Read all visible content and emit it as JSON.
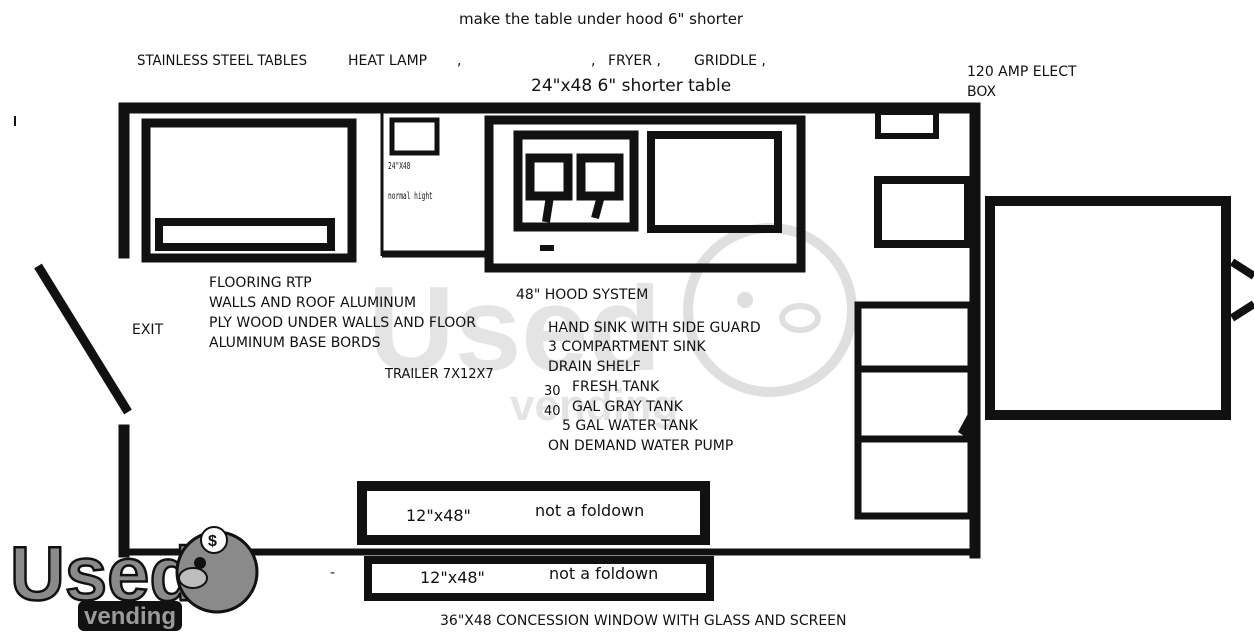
{
  "top_note": "make the table under hood 6\" shorter",
  "equipment_line": {
    "stainless_tables": "STAINLESS STEEL TABLES",
    "heat_lamp": "HEAT LAMP",
    "comma_1": ",",
    "comma_2": ",",
    "fryer": "FRYER ,",
    "griddle": "GRIDDLE ,"
  },
  "shorter_table_note": "24\"x48 6\" shorter table",
  "elect_box": [
    "120 AMP ELECT",
    "BOX"
  ],
  "small_table_label": [
    "24\"X48",
    "normal hight"
  ],
  "exit_label": "EXIT",
  "finishes": [
    "FLOORING   RTP",
    "WALLS AND ROOF ALUMINUM",
    "PLY WOOD UNDER WALLS AND FLOOR",
    "ALUMINUM BASE BORDS"
  ],
  "trailer_size": "TRAILER 7X12X7",
  "hood_system": "48\" HOOD SYSTEM",
  "features": [
    "HAND SINK WITH SIDE GUARD",
    "3 COMPARTMENT SINK",
    "DRAIN SHELF",
    "FRESH TANK",
    "GAL GRAY TANK",
    "5 GAL WATER TANK",
    "ON DEMAND WATER PUMP"
  ],
  "tank_numbers": [
    "30",
    "40"
  ],
  "counter_1": {
    "size": "12\"x48\"",
    "note": "not a foldown"
  },
  "counter_2": {
    "size": "12\"x48\"",
    "note": "not a foldown"
  },
  "dash_mark": "-",
  "window_note": "36\"X48 CONCESSION WINDOW WITH GLASS AND SCREEN",
  "watermark": {
    "word": "Used",
    "sub": "vending",
    "coin": "$"
  },
  "colors": {
    "line": "#111111",
    "watermark_gray": "#d9d9d9",
    "logo_gray": "#8a8a8a",
    "background": "#ffffff"
  }
}
